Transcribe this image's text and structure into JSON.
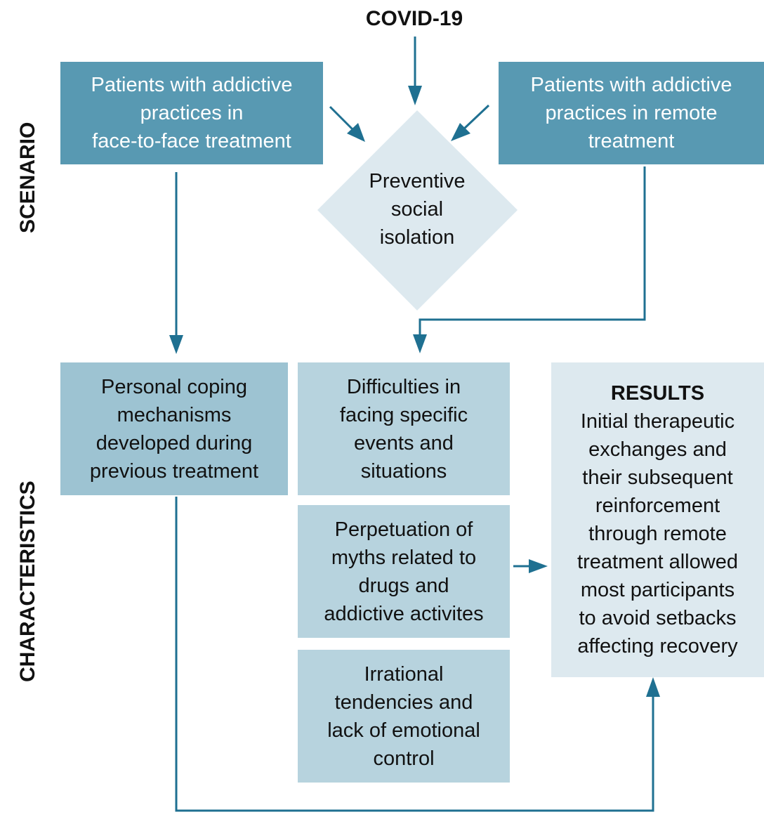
{
  "diagram": {
    "top_label": "COVID-19",
    "side_labels": {
      "scenario": "SCENARIO",
      "characteristics": "CHARACTERISTICS"
    },
    "scenario": {
      "left_box": "Patients with addictive\npractices in\nface-to-face treatment",
      "right_box": "Patients with addictive\npractices in remote\ntreatment",
      "diamond": "Preventive\nsocial\nisolation"
    },
    "characteristics": {
      "personal_coping": "Personal coping\nmechanisms\ndeveloped during\nprevious treatment",
      "items": [
        "Difficulties in\nfacing specific\nevents and\nsituations",
        "Perpetuation of\nmyths related to\ndrugs and\naddictive activites",
        "Irrational\ntendencies and\nlack of emotional\ncontrol"
      ]
    },
    "results": {
      "title": "RESULTS",
      "body": "Initial therapeutic\nexchanges and\ntheir subsequent\nreinforcement\nthrough remote\ntreatment allowed\nmost participants\nto avoid setbacks\naffecting recovery"
    },
    "colors": {
      "arrow": "#1f7091",
      "dark_box": "#5899b2",
      "mid_box": "#9dc3d2",
      "light_box": "#b7d3de",
      "pale_box": "#dde9ef"
    }
  }
}
